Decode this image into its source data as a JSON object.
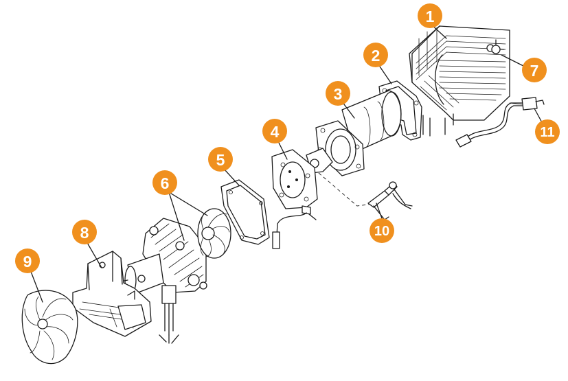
{
  "badge_color": "#f0901e",
  "badges": [
    "1",
    "2",
    "3",
    "4",
    "5",
    "6",
    "7",
    "8",
    "9",
    "10",
    "11"
  ],
  "parts": [
    "heat-exchanger",
    "gasket",
    "combustion-chamber",
    "glow-plug-flange",
    "flange-gasket",
    "blower-motor-impeller",
    "overheat-sensor",
    "blower-housing",
    "fan-wheel",
    "glow-plug",
    "temperature-sensor-cable"
  ]
}
